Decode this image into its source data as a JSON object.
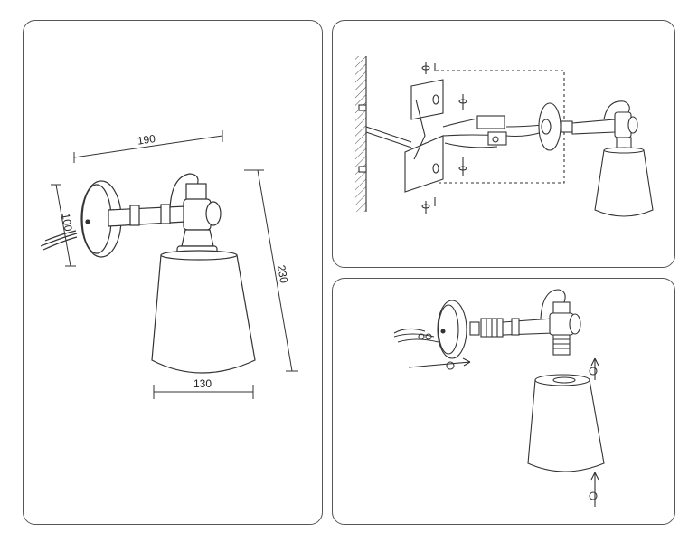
{
  "dimensions": {
    "width_label": "190",
    "depth_label": "100",
    "height_label": "230",
    "shade_label": "130"
  },
  "panels": [
    {
      "name": "dimensions-drawing"
    },
    {
      "name": "wall-mounting-step"
    },
    {
      "name": "shade-assembly-step"
    }
  ],
  "colors": {
    "line": "#333333",
    "panel_border": "#555555",
    "background": "#ffffff"
  }
}
